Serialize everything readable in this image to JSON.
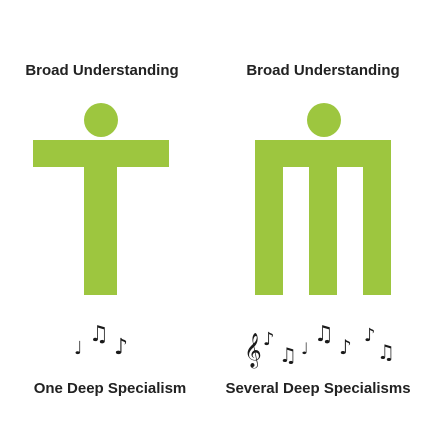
{
  "left_panel": {
    "title": "Broad Understanding",
    "caption": "One Deep Specialism",
    "notes": [
      "♩",
      "♫",
      "♪"
    ]
  },
  "right_panel": {
    "title": "Broad Understanding",
    "caption": "Several Deep Specialisms",
    "notes": [
      "𝄞",
      "♪",
      "♫",
      "♩",
      "♫",
      "♪",
      "♪",
      "♫"
    ]
  },
  "colors": {
    "shape": "#9dc63f",
    "text": "#222222",
    "background": "#ffffff"
  }
}
